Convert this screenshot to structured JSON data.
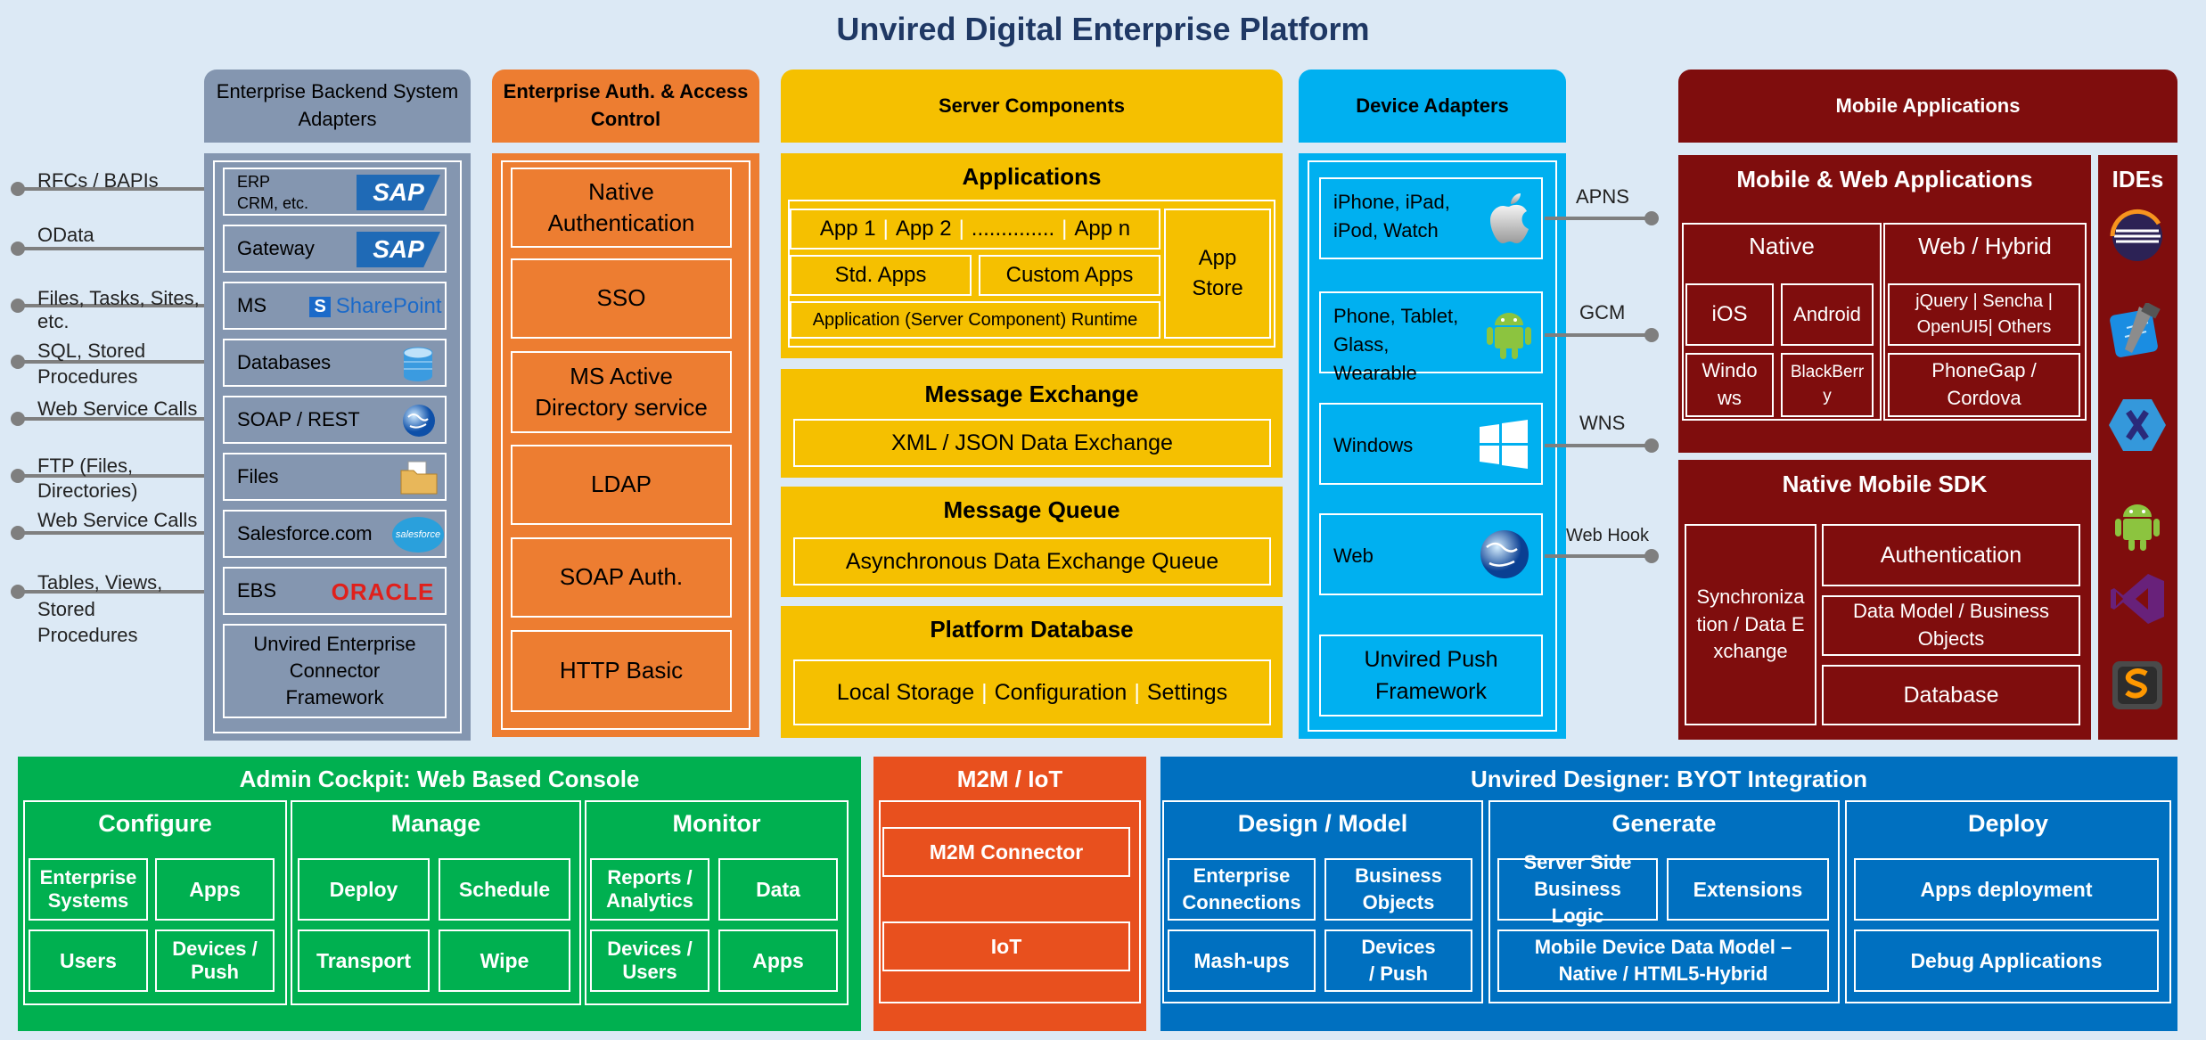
{
  "title": "Unvired Digital Enterprise Platform",
  "colors": {
    "background": "#dce9f5",
    "backend": "#8496b0",
    "auth": "#ed7d31",
    "server": "#f5c000",
    "device": "#00b0f0",
    "mobile": "#7f0d0d",
    "admin": "#00b050",
    "m2m": "#e8501e",
    "designer": "#0070c0"
  },
  "sources": [
    {
      "label": "RFCs / BAPIs"
    },
    {
      "label": "OData"
    },
    {
      "label": "Files, Tasks, Sites, etc."
    },
    {
      "label": "SQL, Stored Procedures"
    },
    {
      "label": "Web Service Calls"
    },
    {
      "label": "FTP (Files, Directories)"
    },
    {
      "label": "Web Service Calls"
    },
    {
      "label": "Tables, Views, Stored Procedures"
    }
  ],
  "backend": {
    "header": "Enterprise Backend System Adapters",
    "items": [
      {
        "label": "ERP",
        "sub": "CRM, etc.",
        "icon": "sap-logo",
        "badge": "SAP"
      },
      {
        "label": "Gateway",
        "icon": "sap-logo",
        "badge": "SAP"
      },
      {
        "label": "MS",
        "icon": "sharepoint-logo",
        "badge": "SharePoint"
      },
      {
        "label": "Databases",
        "icon": "database-icon"
      },
      {
        "label": "SOAP / REST",
        "icon": "globe-icon"
      },
      {
        "label": "Files",
        "icon": "folder-icon"
      },
      {
        "label": "Salesforce.com",
        "icon": "salesforce-logo",
        "badge": "salesforce"
      },
      {
        "label": "EBS",
        "icon": "oracle-logo",
        "badge": "ORACLE"
      }
    ],
    "framework": "Unvired Enterprise Connector Framework"
  },
  "auth": {
    "header": "Enterprise Auth. & Access Control",
    "items": [
      "Native Authentication",
      "SSO",
      "MS Active Directory service",
      "LDAP",
      "SOAP Auth.",
      "HTTP Basic"
    ]
  },
  "server": {
    "header": "Server Components",
    "applications": {
      "title": "Applications",
      "apps": [
        "App 1",
        "App 2",
        "..............",
        "App n"
      ],
      "std": "Std. Apps",
      "custom": "Custom Apps",
      "runtime": "Application (Server Component) Runtime",
      "store": "App Store"
    },
    "message_exchange": {
      "title": "Message Exchange",
      "item": "XML / JSON Data Exchange"
    },
    "message_queue": {
      "title": "Message Queue",
      "item": "Asynchronous Data Exchange Queue"
    },
    "database": {
      "title": "Platform Database",
      "items": [
        "Local Storage",
        "Configuration",
        "Settings"
      ]
    }
  },
  "device": {
    "header": "Device Adapters",
    "items": [
      {
        "label": "iPhone, iPad, iPod, Watch",
        "icon": "apple-icon",
        "channel": "APNS"
      },
      {
        "label": "Phone, Tablet, Glass, Wearable",
        "icon": "android-icon",
        "channel": "GCM"
      },
      {
        "label": "Windows",
        "icon": "windows-icon",
        "channel": "WNS"
      },
      {
        "label": "Web",
        "icon": "globe-icon",
        "channel": "Web Hook"
      }
    ],
    "push": "Unvired Push Framework"
  },
  "mobile": {
    "header": "Mobile Applications",
    "mw": {
      "title": "Mobile & Web Applications",
      "native": {
        "title": "Native",
        "items": [
          "iOS",
          "Android",
          "Windows",
          "BlackBerry"
        ]
      },
      "web": {
        "title": "Web / Hybrid",
        "items": [
          "jQuery | Sencha | OpenUI5| Others",
          "PhoneGap / Cordova"
        ]
      }
    },
    "sdk": {
      "title": "Native Mobile SDK",
      "sync": "Synchronization / Data Exchange",
      "items": [
        "Authentication",
        "Data Model / Business Objects",
        "Database"
      ]
    },
    "ides": {
      "title": "IDEs",
      "icons": [
        "eclipse-icon",
        "xcode-icon",
        "xamarin-icon",
        "android-studio-icon",
        "visual-studio-icon",
        "sublime-icon"
      ]
    }
  },
  "admin": {
    "title": "Admin Cockpit: Web Based Console",
    "groups": [
      {
        "title": "Configure",
        "items": [
          "Enterprise Systems",
          "Apps",
          "Users",
          "Devices / Push"
        ]
      },
      {
        "title": "Manage",
        "items": [
          "Deploy",
          "Schedule",
          "Transport",
          "Wipe"
        ]
      },
      {
        "title": "Monitor",
        "items": [
          "Reports / Analytics",
          "Data",
          "Devices / Users",
          "Apps"
        ]
      }
    ]
  },
  "m2m": {
    "title": "M2M / IoT",
    "items": [
      "M2M Connector",
      "IoT"
    ]
  },
  "designer": {
    "title": "Unvired Designer: BYOT Integration",
    "design": {
      "title": "Design / Model",
      "items": [
        "Enterprise Connections",
        "Business Objects",
        "Mash-ups",
        "Devices / Push"
      ]
    },
    "generate": {
      "title": "Generate",
      "items": [
        "Server Side Business Logic",
        "Extensions",
        "Mobile Device Data Model – Native / HTML5-Hybrid"
      ]
    },
    "deploy": {
      "title": "Deploy",
      "items": [
        "Apps deployment",
        "Debug Applications"
      ]
    }
  }
}
